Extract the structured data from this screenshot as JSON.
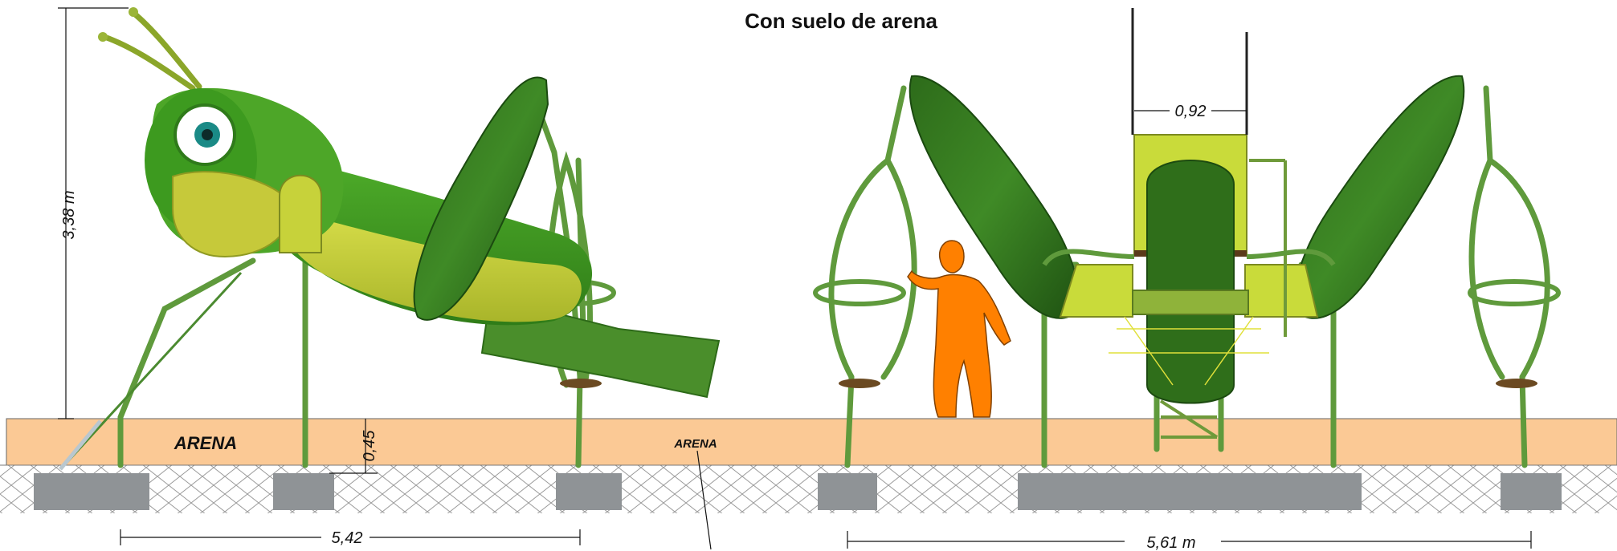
{
  "title": "Con suelo de arena",
  "labels": {
    "arena_large": "ARENA",
    "arena_small": "ARENA"
  },
  "dimensions": {
    "height": "3,38  m",
    "depth": "0,45",
    "width_side": "5,42",
    "width_front": "5,61  m",
    "slide_width": "0,92"
  },
  "colors": {
    "sand": "#fbc995",
    "ground_hatch": "#9a9a9a",
    "foundation": "#8f9396",
    "frame_green": "#5f9a3c",
    "body_green": "#3e8f1f",
    "lime": "#c9db3a",
    "child": "#ff8000"
  }
}
